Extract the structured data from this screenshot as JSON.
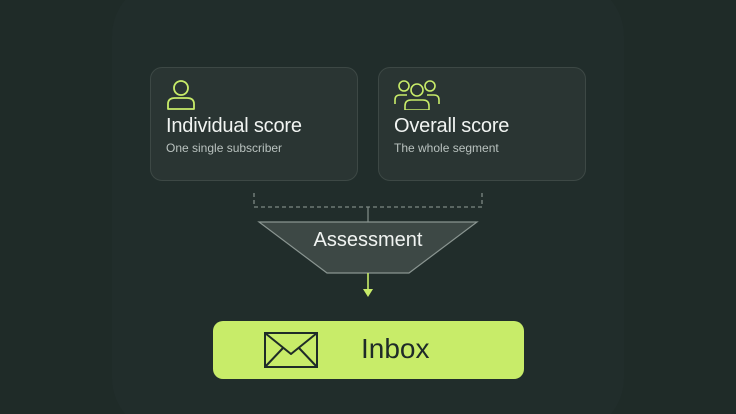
{
  "cards": [
    {
      "title": "Individual score",
      "subtitle": "One single subscriber",
      "icon": "person-icon"
    },
    {
      "title": "Overall score",
      "subtitle": "The whole segment",
      "icon": "group-icon"
    }
  ],
  "funnel": {
    "label": "Assessment"
  },
  "inbox": {
    "label": "Inbox",
    "icon": "envelope-icon"
  },
  "colors": {
    "background": "#1f2b28",
    "card": "#2a3533",
    "accent": "#c8ec69",
    "text": "#f1f4f2"
  }
}
